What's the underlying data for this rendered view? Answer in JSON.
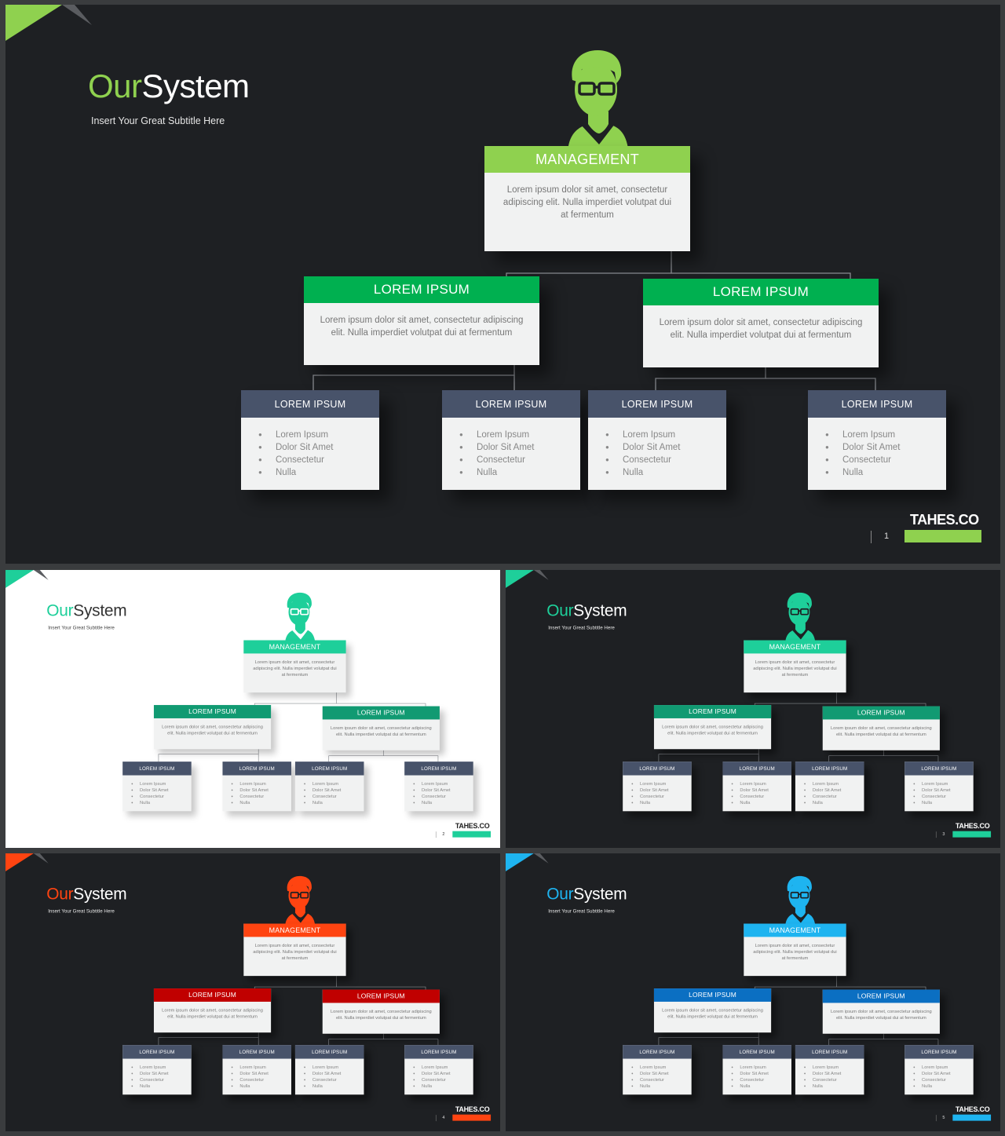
{
  "slides": [
    {
      "theme": "dark",
      "accent": "#8fd14f",
      "mid_head": "#00b050",
      "title_accent": "Our",
      "title_main": "System",
      "subtitle": "Insert Your Great Subtitle Here",
      "management": {
        "label": "MANAGEMENT",
        "text": "Lorem ipsum dolor sit amet, consectetur adipiscing elit. Nulla imperdiet volutpat dui at fermentum"
      },
      "mid": [
        {
          "label": "LOREM IPSUM",
          "text": "Lorem ipsum dolor sit amet, consectetur adipiscing elit. Nulla imperdiet volutpat dui at fermentum"
        },
        {
          "label": "LOREM IPSUM",
          "text": "Lorem ipsum dolor sit amet, consectetur adipiscing elit. Nulla imperdiet volutpat dui at fermentum"
        }
      ],
      "leaves": [
        {
          "label": "LOREM IPSUM",
          "items": [
            "Lorem Ipsum",
            "Dolor Sit Amet",
            "Consectetur",
            "Nulla"
          ]
        },
        {
          "label": "LOREM IPSUM",
          "items": [
            "Lorem Ipsum",
            "Dolor Sit Amet",
            "Consectetur",
            "Nulla"
          ]
        },
        {
          "label": "LOREM IPSUM",
          "items": [
            "Lorem Ipsum",
            "Dolor Sit Amet",
            "Consectetur",
            "Nulla"
          ]
        },
        {
          "label": "LOREM IPSUM",
          "items": [
            "Lorem Ipsum",
            "Dolor Sit Amet",
            "Consectetur",
            "Nulla"
          ]
        }
      ],
      "brand": "TAHES.CO",
      "page_number": "1"
    },
    {
      "theme": "light",
      "accent": "#1ecf9a",
      "mid_head": "#119a72",
      "title_accent": "Our",
      "title_main": "System",
      "subtitle": "Insert Your Great Subtitle Here",
      "management": {
        "label": "MANAGEMENT",
        "text": "Lorem ipsum dolor sit amet, consectetur adipiscing elit. Nulla imperdiet volutpat dui at fermentum"
      },
      "mid": [
        {
          "label": "LOREM IPSUM",
          "text": "Lorem ipsum dolor sit amet, consectetur adipiscing elit. Nulla imperdiet volutpat dui at fermentum"
        },
        {
          "label": "LOREM IPSUM",
          "text": "Lorem ipsum dolor sit amet, consectetur adipiscing elit. Nulla imperdiet volutpat dui at fermentum"
        }
      ],
      "leaves": [
        {
          "label": "LOREM IPSUM",
          "items": [
            "Lorem Ipsum",
            "Dolor Sit Amet",
            "Consectetur",
            "Nulla"
          ]
        },
        {
          "label": "LOREM IPSUM",
          "items": [
            "Lorem Ipsum",
            "Dolor Sit Amet",
            "Consectetur",
            "Nulla"
          ]
        },
        {
          "label": "LOREM IPSUM",
          "items": [
            "Lorem Ipsum",
            "Dolor Sit Amet",
            "Consectetur",
            "Nulla"
          ]
        },
        {
          "label": "LOREM IPSUM",
          "items": [
            "Lorem Ipsum",
            "Dolor Sit Amet",
            "Consectetur",
            "Nulla"
          ]
        }
      ],
      "brand": "TAHES.CO",
      "page_number": "2"
    },
    {
      "theme": "dark",
      "accent": "#1ecf9a",
      "mid_head": "#119a72",
      "title_accent": "Our",
      "title_main": "System",
      "subtitle": "Insert Your Great Subtitle Here",
      "management": {
        "label": "MANAGEMENT",
        "text": "Lorem ipsum dolor sit amet, consectetur adipiscing elit. Nulla imperdiet volutpat dui at fermentum"
      },
      "mid": [
        {
          "label": "LOREM IPSUM",
          "text": "Lorem ipsum dolor sit amet, consectetur adipiscing elit. Nulla imperdiet volutpat dui at fermentum"
        },
        {
          "label": "LOREM IPSUM",
          "text": "Lorem ipsum dolor sit amet, consectetur adipiscing elit. Nulla imperdiet volutpat dui at fermentum"
        }
      ],
      "leaves": [
        {
          "label": "LOREM IPSUM",
          "items": [
            "Lorem Ipsum",
            "Dolor Sit Amet",
            "Consectetur",
            "Nulla"
          ]
        },
        {
          "label": "LOREM IPSUM",
          "items": [
            "Lorem Ipsum",
            "Dolor Sit Amet",
            "Consectetur",
            "Nulla"
          ]
        },
        {
          "label": "LOREM IPSUM",
          "items": [
            "Lorem Ipsum",
            "Dolor Sit Amet",
            "Consectetur",
            "Nulla"
          ]
        },
        {
          "label": "LOREM IPSUM",
          "items": [
            "Lorem Ipsum",
            "Dolor Sit Amet",
            "Consectetur",
            "Nulla"
          ]
        }
      ],
      "brand": "TAHES.CO",
      "page_number": "3"
    },
    {
      "theme": "dark",
      "accent": "#ff4411",
      "mid_head": "#c00000",
      "title_accent": "Our",
      "title_main": "System",
      "subtitle": "Insert Your Great Subtitle Here",
      "management": {
        "label": "MANAGEMENT",
        "text": "Lorem ipsum dolor sit amet, consectetur adipiscing elit. Nulla imperdiet volutpat dui at fermentum"
      },
      "mid": [
        {
          "label": "LOREM IPSUM",
          "text": "Lorem ipsum dolor sit amet, consectetur adipiscing elit. Nulla imperdiet volutpat dui at fermentum"
        },
        {
          "label": "LOREM IPSUM",
          "text": "Lorem ipsum dolor sit amet, consectetur adipiscing elit. Nulla imperdiet volutpat dui at fermentum"
        }
      ],
      "leaves": [
        {
          "label": "LOREM IPSUM",
          "items": [
            "Lorem Ipsum",
            "Dolor Sit Amet",
            "Consectetur",
            "Nulla"
          ]
        },
        {
          "label": "LOREM IPSUM",
          "items": [
            "Lorem Ipsum",
            "Dolor Sit Amet",
            "Consectetur",
            "Nulla"
          ]
        },
        {
          "label": "LOREM IPSUM",
          "items": [
            "Lorem Ipsum",
            "Dolor Sit Amet",
            "Consectetur",
            "Nulla"
          ]
        },
        {
          "label": "LOREM IPSUM",
          "items": [
            "Lorem Ipsum",
            "Dolor Sit Amet",
            "Consectetur",
            "Nulla"
          ]
        }
      ],
      "brand": "TAHES.CO",
      "page_number": "4"
    },
    {
      "theme": "dark",
      "accent": "#1eb4f0",
      "mid_head": "#0b6fc2",
      "title_accent": "Our",
      "title_main": "System",
      "subtitle": "Insert Your Great Subtitle Here",
      "management": {
        "label": "MANAGEMENT",
        "text": "Lorem ipsum dolor sit amet, consectetur adipiscing elit. Nulla imperdiet volutpat dui at fermentum"
      },
      "mid": [
        {
          "label": "LOREM IPSUM",
          "text": "Lorem ipsum dolor sit amet, consectetur adipiscing elit. Nulla imperdiet volutpat dui at fermentum"
        },
        {
          "label": "LOREM IPSUM",
          "text": "Lorem ipsum dolor sit amet, consectetur adipiscing elit. Nulla imperdiet volutpat dui at fermentum"
        }
      ],
      "leaves": [
        {
          "label": "LOREM IPSUM",
          "items": [
            "Lorem Ipsum",
            "Dolor Sit Amet",
            "Consectetur",
            "Nulla"
          ]
        },
        {
          "label": "LOREM IPSUM",
          "items": [
            "Lorem Ipsum",
            "Dolor Sit Amet",
            "Consectetur",
            "Nulla"
          ]
        },
        {
          "label": "LOREM IPSUM",
          "items": [
            "Lorem Ipsum",
            "Dolor Sit Amet",
            "Consectetur",
            "Nulla"
          ]
        },
        {
          "label": "LOREM IPSUM",
          "items": [
            "Lorem Ipsum",
            "Dolor Sit Amet",
            "Consectetur",
            "Nulla"
          ]
        }
      ],
      "brand": "TAHES.CO",
      "page_number": "5"
    }
  ]
}
